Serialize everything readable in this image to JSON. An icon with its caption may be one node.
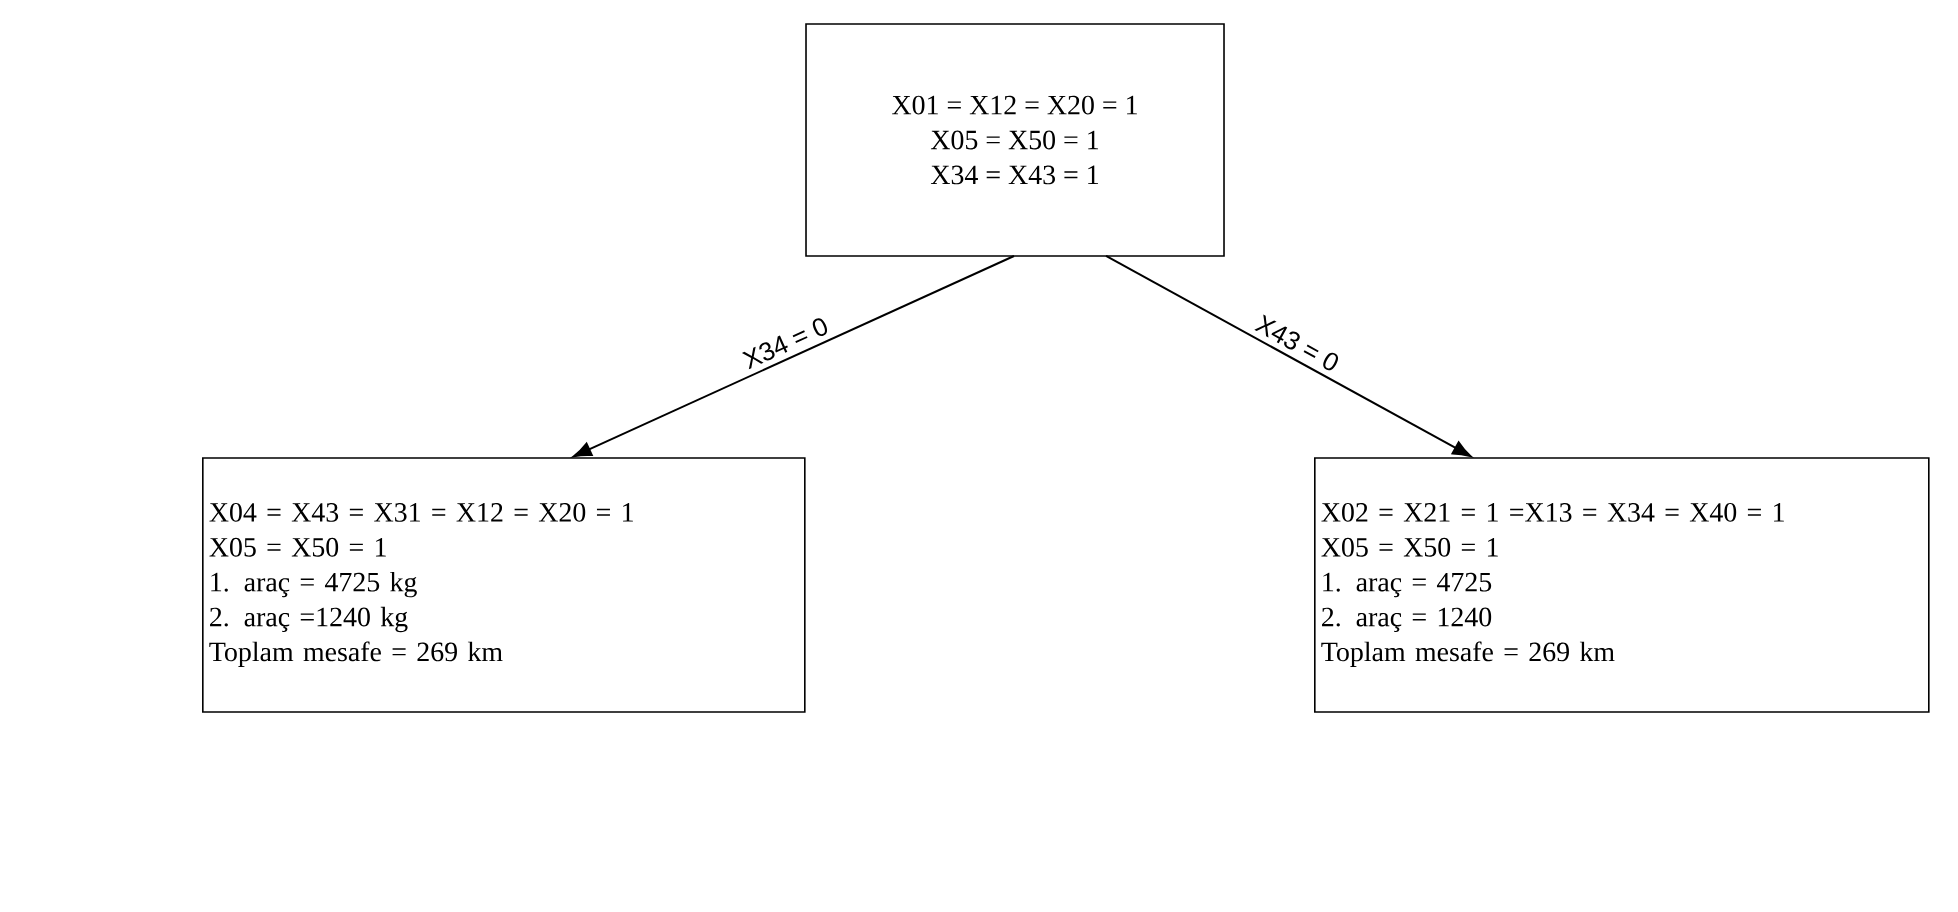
{
  "diagram": {
    "nodes": [
      {
        "text": [
          "X01 = X12 = X20 = 1",
          "X05 = X50 = 1",
          "X34 = X43 = 1"
        ]
      },
      {
        "text": [
          "X04 = X43 = X31 = X12 = X20 = 1",
          "X05 = X50 = 1",
          "1. araç = 4725 kg",
          "2. araç =1240 kg",
          "Toplam mesafe = 269 km"
        ]
      },
      {
        "text": [
          "X02 = X21 = 1 =X13 = X34 = X40 = 1",
          "X05 = X50  = 1",
          "1. araç = 4725",
          "2. araç = 1240",
          "Toplam mesafe = 269 km"
        ]
      }
    ],
    "edges": [
      {
        "from": 0,
        "to": 1,
        "arrow": "to",
        "label": "X34  = 0"
      },
      {
        "from": 0,
        "to": 2,
        "arrow": "to",
        "label": "X43  = 0"
      }
    ]
  }
}
